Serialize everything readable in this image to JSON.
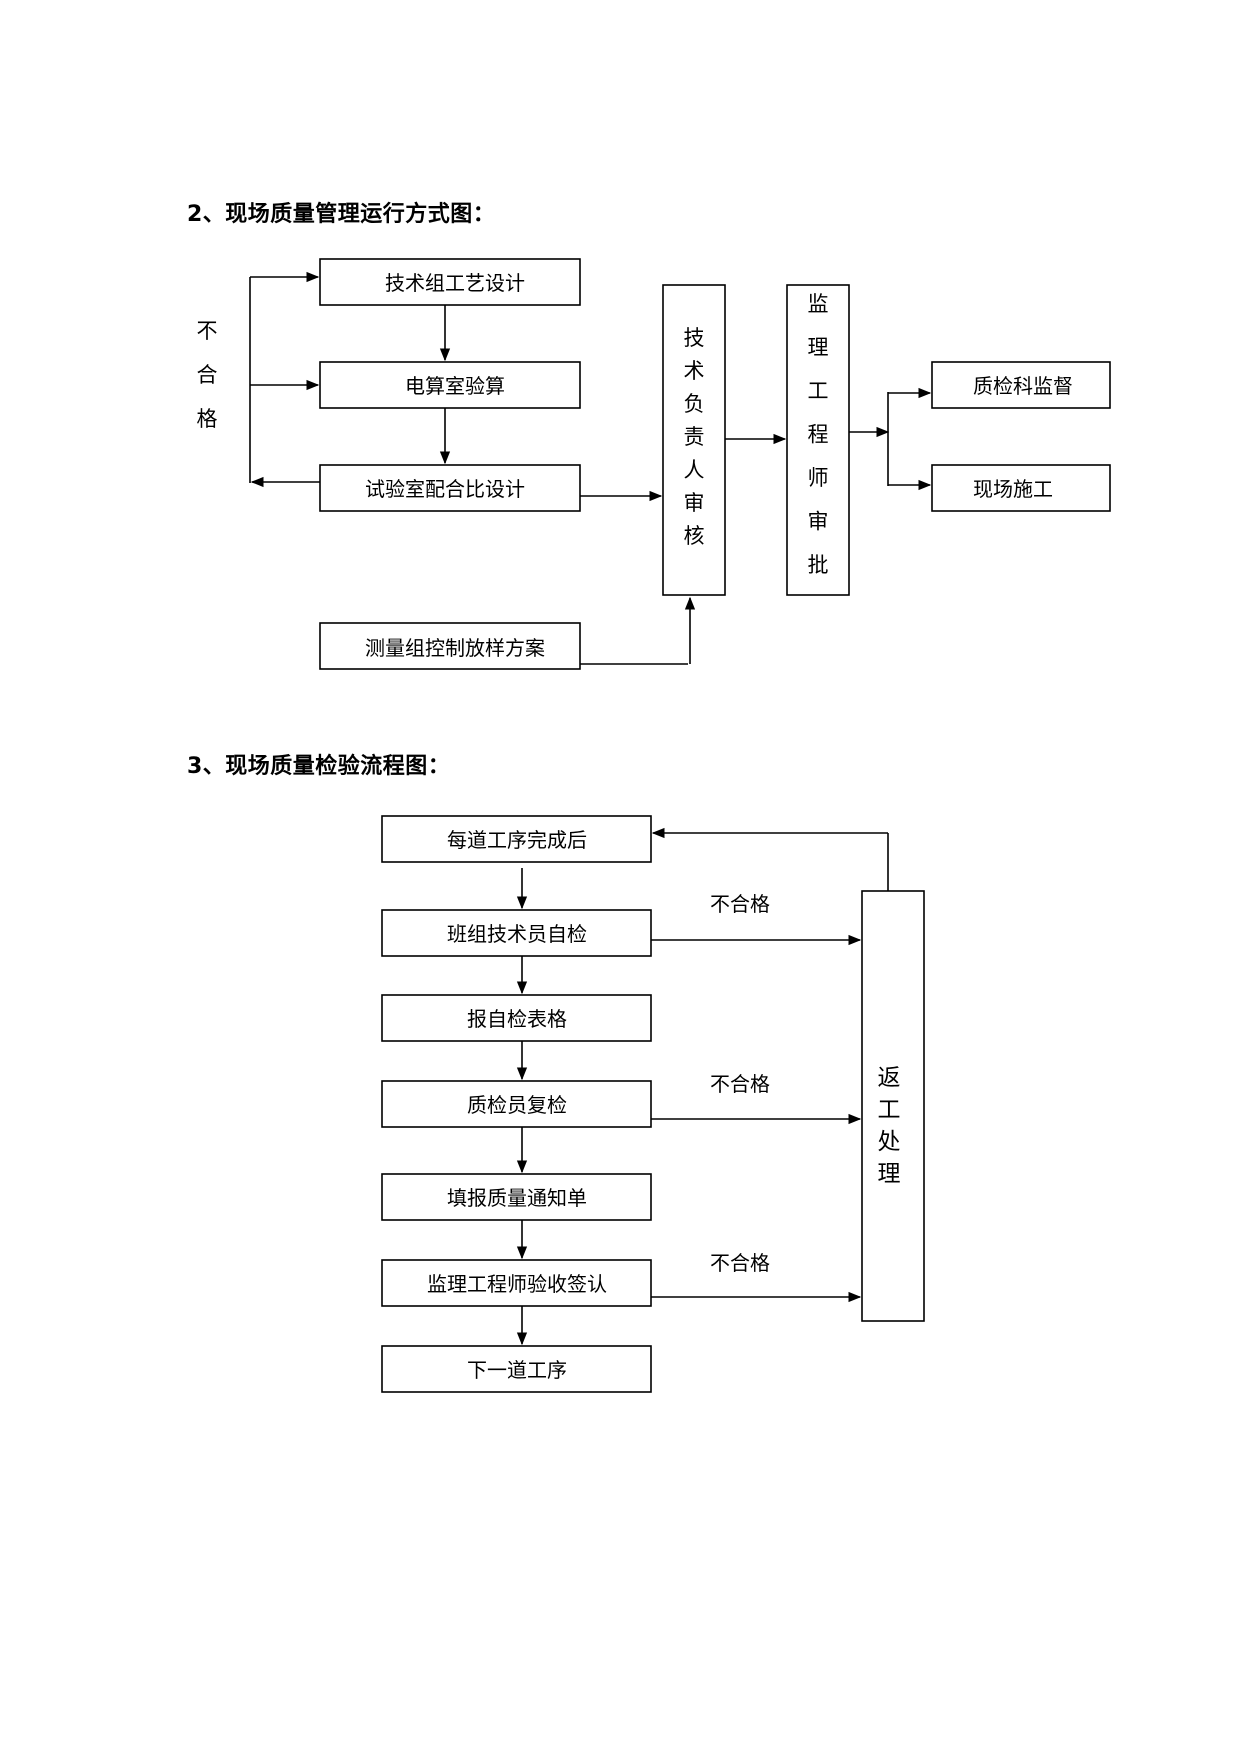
{
  "section2": {
    "heading": "2、现场质量管理运行方式图：",
    "boxes": {
      "tech_design": "技术组工艺设计",
      "calc_room": "电算室验算",
      "lab_mix": "试验室配合比设计",
      "survey_plan": "测量组控制放样方案",
      "tech_review": "技术负责人审核",
      "supervisor_approve": "监理工程师审批",
      "qc_supervise": "质检科监督",
      "site_construct": "现场施工"
    },
    "fail_label": "不合格"
  },
  "section3": {
    "heading": "3、现场质量检验流程图：",
    "steps": [
      "每道工序完成后",
      "班组技术员自检",
      "报自检表格",
      "质检员复检",
      "填报质量通知单",
      "监理工程师验收签认",
      "下一道工序"
    ],
    "fail_labels": [
      "不合格",
      "不合格",
      "不合格"
    ],
    "rework": "返工处理"
  }
}
